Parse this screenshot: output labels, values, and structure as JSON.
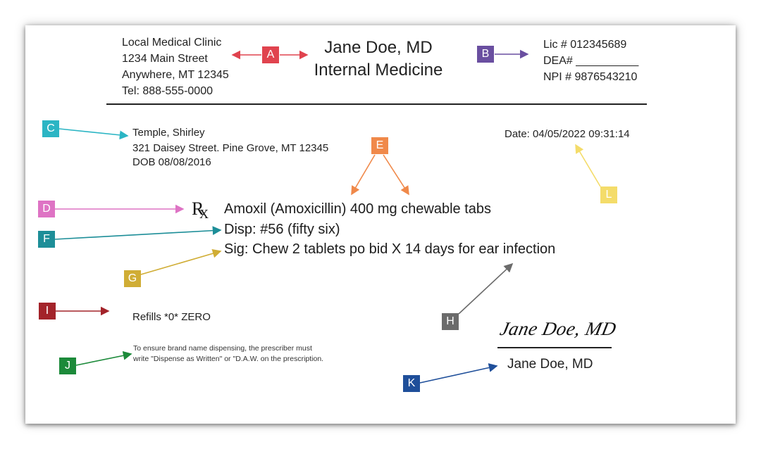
{
  "clinic": {
    "name": "Local Medical Clinic",
    "street": "1234 Main Street",
    "city": "Anywhere, MT 12345",
    "phone": "Tel: 888-555-0000"
  },
  "prescriber": {
    "name": "Jane Doe, MD",
    "specialty": "Internal Medicine",
    "license": "Lic # 012345689",
    "dea": "DEA# __________",
    "npi": "NPI # 9876543210"
  },
  "patient": {
    "name": "Temple, Shirley",
    "address": "321 Daisey Street. Pine Grove, MT 12345",
    "dob": "DOB 08/08/2016"
  },
  "date": "Date: 04/05/2022 09:31:14",
  "prescription": {
    "rx_symbol": "Rx",
    "drug": "Amoxil (Amoxicillin) 400 mg chewable tabs",
    "dispense": "Disp: #56 (fifty six)",
    "sig": "Sig: Chew 2 tablets po bid X 14 days for ear infection",
    "refills": "Refills *0* ZERO",
    "daw_note_line1": "To ensure brand name dispensing, the prescriber must",
    "daw_note_line2": "write \"Dispense as Written\" or \"D.A.W. on the prescription."
  },
  "signature": {
    "handwritten": "Jane Doe, MD",
    "printed": "Jane Doe, MD"
  },
  "callouts": [
    {
      "label": "A",
      "color": "#e0434e"
    },
    {
      "label": "B",
      "color": "#6a4fa0"
    },
    {
      "label": "C",
      "color": "#2bb5c4"
    },
    {
      "label": "D",
      "color": "#de73c4"
    },
    {
      "label": "E",
      "color": "#f0894a"
    },
    {
      "label": "F",
      "color": "#1d8e98"
    },
    {
      "label": "G",
      "color": "#d0ad35"
    },
    {
      "label": "H",
      "color": "#6b6b6b"
    },
    {
      "label": "I",
      "color": "#a3232a"
    },
    {
      "label": "J",
      "color": "#1c8a3a"
    },
    {
      "label": "K",
      "color": "#1f4f9a"
    },
    {
      "label": "L",
      "color": "#f4dc6a"
    }
  ]
}
